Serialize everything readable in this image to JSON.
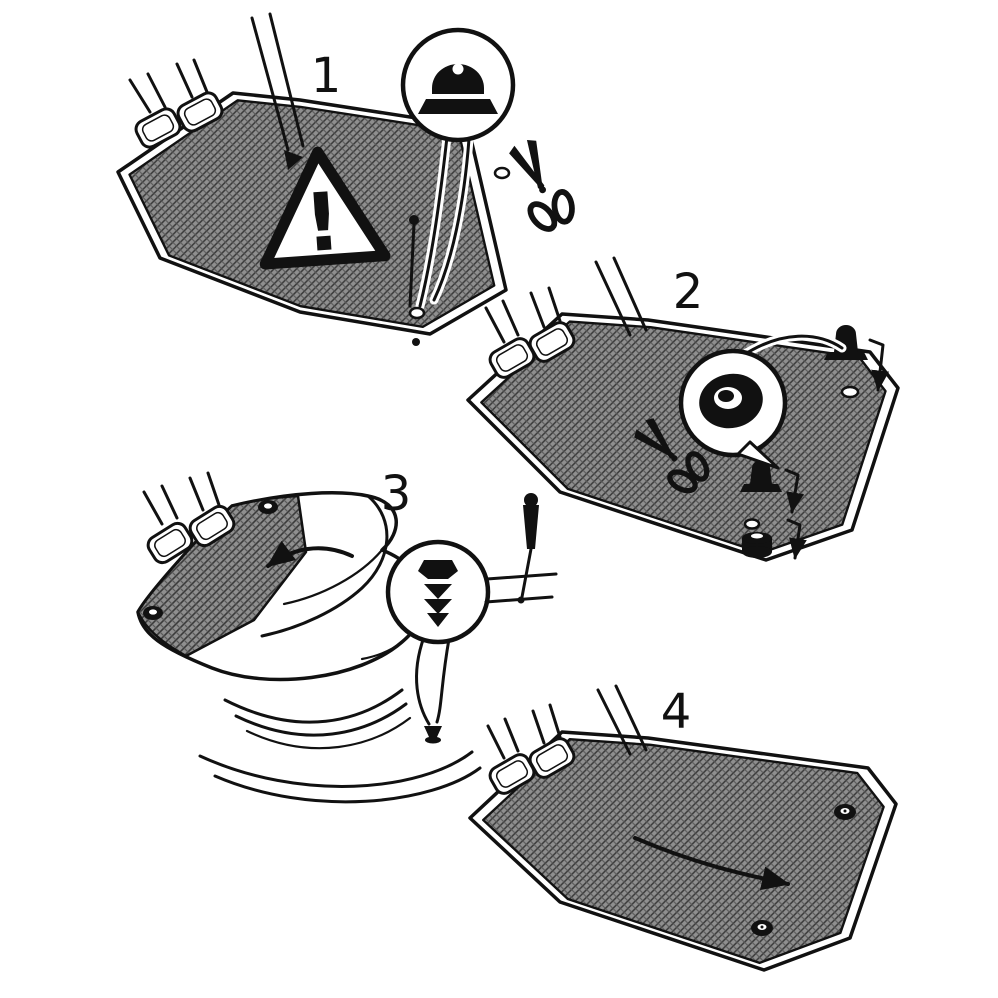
{
  "figure": {
    "type": "instruction-diagram",
    "subject": "car floor mat fastener installation, four steps",
    "paper_color": "#ffffff",
    "ink_color": "#111111",
    "mat_shade_color": "#8f8f8f"
  },
  "warning": {
    "symbol": "!"
  },
  "steps": [
    {
      "number": "1",
      "icons": [
        "warning-triangle-icon",
        "fastener-cap-detail",
        "scissors-icon",
        "awl-icon"
      ]
    },
    {
      "number": "2",
      "icons": [
        "grommet-detail",
        "scissors-icon",
        "push-fastener-icon",
        "washer-stack-icon",
        "insert-arrow"
      ]
    },
    {
      "number": "3",
      "icons": [
        "screw-clip-detail",
        "screwdriver-icon",
        "fold-arrow",
        "push-pin-icon"
      ]
    },
    {
      "number": "4",
      "icons": [
        "installed-grommet",
        "direction-arrow"
      ]
    }
  ]
}
